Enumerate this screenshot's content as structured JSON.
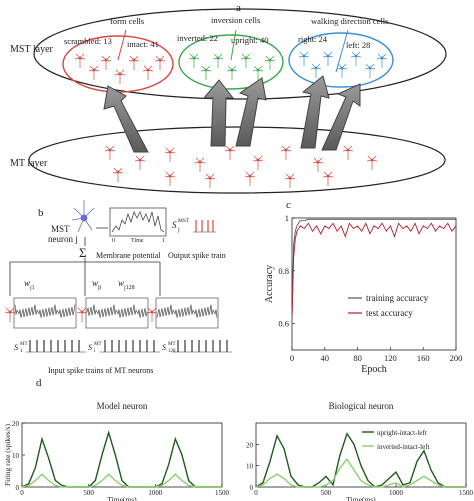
{
  "panel_a": {
    "letter": "a",
    "mst_layer_label": "MST layer",
    "mt_layer_label": "MT layer",
    "groups": [
      {
        "title": "form cells",
        "color": "#d9463e",
        "left_label": "scrambled: 13",
        "right_label": "intact: 41"
      },
      {
        "title": "inversion cells",
        "color": "#3aa84a",
        "left_label": "inverted: 22",
        "right_label": "upright: 40"
      },
      {
        "title": "walking direction cells",
        "color": "#3a8fd6",
        "left_label": "right: 24",
        "right_label": "left: 28"
      }
    ]
  },
  "panel_b": {
    "letter": "b",
    "mst_neuron_label": "MST",
    "mst_neuron_sub": "neuron j",
    "membrane_caption": "Membrane potential",
    "output_caption": "Output spike train",
    "sum_symbol": "Σ",
    "time_label": "Time",
    "time_zero": "0",
    "time_one": "1",
    "spike_out_label": "S",
    "spike_out_sub": "j",
    "spike_out_sup": "MST",
    "weights": [
      {
        "w": "w",
        "sub": "j1"
      },
      {
        "w": "w",
        "sub": "ji"
      },
      {
        "w": "w",
        "sub": "j128"
      }
    ],
    "mt_spike_labels": [
      {
        "s": "S",
        "sub": "1",
        "sup": "MT"
      },
      {
        "s": "S",
        "sub": "i",
        "sup": "MT"
      },
      {
        "s": "S",
        "sub": "128",
        "sup": "MT"
      }
    ],
    "bottom_caption": "Input spike trains of MT neurons"
  },
  "panel_c": {
    "letter": "c",
    "chart_data": {
      "type": "line",
      "xlabel": "Epoch",
      "ylabel": "Accuracy",
      "xlim": [
        0,
        200
      ],
      "ylim": [
        0.5,
        1.0
      ],
      "xticks": [
        "0",
        "40",
        "80",
        "120",
        "160",
        "200"
      ],
      "yticks": [
        "0.6",
        "0.8",
        "1"
      ],
      "legend_position": "lower-right",
      "series": [
        {
          "name": "training accuracy",
          "color": "#555555",
          "x": [
            0,
            2,
            4,
            6,
            8,
            10,
            15,
            20,
            30,
            40,
            60,
            80,
            100,
            120,
            140,
            160,
            180,
            200
          ],
          "values": [
            0.6,
            0.9,
            0.95,
            0.97,
            0.98,
            0.99,
            0.99,
            0.995,
            0.995,
            0.995,
            0.995,
            0.995,
            0.995,
            0.995,
            0.995,
            0.995,
            0.995,
            0.995
          ]
        },
        {
          "name": "test accuracy",
          "color": "#b01c2e",
          "x": [
            0,
            2,
            4,
            6,
            8,
            10,
            15,
            20,
            25,
            30,
            35,
            40,
            45,
            50,
            55,
            60,
            65,
            70,
            75,
            80,
            85,
            90,
            95,
            100,
            105,
            110,
            115,
            120,
            125,
            130,
            135,
            140,
            145,
            150,
            155,
            160,
            165,
            170,
            175,
            180,
            185,
            190,
            195,
            200
          ],
          "values": [
            0.63,
            0.85,
            0.92,
            0.95,
            0.96,
            0.97,
            0.96,
            0.98,
            0.95,
            0.97,
            0.94,
            0.97,
            0.96,
            0.98,
            0.95,
            0.97,
            0.93,
            0.98,
            0.96,
            0.97,
            0.95,
            0.98,
            0.94,
            0.97,
            0.96,
            0.98,
            0.95,
            0.97,
            0.93,
            0.98,
            0.96,
            0.97,
            0.95,
            0.98,
            0.94,
            0.97,
            0.96,
            0.98,
            0.95,
            0.97,
            0.96,
            0.98,
            0.95,
            0.97
          ]
        }
      ]
    }
  },
  "panel_d": {
    "letter": "d",
    "chart_data": [
      {
        "type": "line",
        "title": "Model neuron",
        "ylabel": "Firing rate (spikes/s)",
        "xlabel": "Time(ms)",
        "xlim": [
          0,
          1500
        ],
        "ylim": [
          0,
          20
        ],
        "xticks": [
          "0",
          "500",
          "1000",
          "1500"
        ],
        "yticks": [
          "0",
          "10",
          "20"
        ],
        "series": [
          {
            "color": "#1f5a1f",
            "x": [
              0,
              50,
              100,
              150,
              200,
              250,
              300,
              350,
              400,
              450,
              500,
              550,
              600,
              650,
              700,
              750,
              800,
              850,
              900,
              950,
              1000,
              1050,
              1100,
              1150,
              1200,
              1250,
              1300,
              1350,
              1400,
              1450,
              1500
            ],
            "values": [
              0,
              1,
              6,
              15,
              9,
              2,
              0.5,
              0,
              0,
              0,
              0,
              2,
              10,
              17,
              10,
              2,
              0,
              0,
              0,
              0,
              0,
              1,
              7,
              15,
              10,
              2,
              0,
              0,
              0,
              0,
              0
            ]
          },
          {
            "color": "#8fce6f",
            "x": [
              0,
              50,
              100,
              150,
              200,
              250,
              300,
              350,
              400,
              450,
              500,
              550,
              600,
              650,
              700,
              750,
              800,
              850,
              900,
              950,
              1000,
              1050,
              1100,
              1150,
              1200,
              1250,
              1300,
              1350,
              1400,
              1450,
              1500
            ],
            "values": [
              0,
              0.5,
              2,
              4,
              2,
              0.5,
              0,
              0,
              0,
              0,
              0,
              0.5,
              2,
              4,
              2,
              0.5,
              0,
              0,
              0,
              0,
              0,
              0.5,
              2,
              4,
              2,
              0.5,
              0,
              0,
              0,
              0,
              0
            ]
          }
        ]
      },
      {
        "type": "line",
        "title": "Biological neuron",
        "xlabel": "Time(ms)",
        "xlim": [
          0,
          1500
        ],
        "ylim": [
          0,
          30
        ],
        "xticks": [
          "0",
          "500",
          "1000",
          "1500"
        ],
        "yticks": [
          "0",
          "10",
          "20"
        ],
        "legend_position": "top-right",
        "series": [
          {
            "name": "upright-intact-left",
            "color": "#1f5a1f",
            "x": [
              0,
              50,
              100,
              150,
              200,
              250,
              300,
              350,
              400,
              450,
              500,
              550,
              600,
              650,
              700,
              750,
              800,
              850,
              900,
              950,
              1000,
              1050,
              1100,
              1150,
              1200,
              1250,
              1300,
              1350,
              1400,
              1450,
              1500
            ],
            "values": [
              0,
              2,
              12,
              24,
              18,
              5,
              1,
              0,
              0,
              2,
              5,
              1,
              15,
              25,
              20,
              10,
              3,
              0,
              1,
              4,
              7,
              1,
              2,
              12,
              17,
              8,
              2,
              0,
              0,
              0,
              0
            ]
          },
          {
            "name": "inverted-intact-left",
            "color": "#8fce6f",
            "x": [
              0,
              50,
              100,
              150,
              200,
              250,
              300,
              350,
              400,
              450,
              500,
              550,
              600,
              650,
              700,
              750,
              800,
              850,
              900,
              950,
              1000,
              1050,
              1100,
              1150,
              1200,
              1250,
              1300,
              1350,
              1400,
              1450,
              1500
            ],
            "values": [
              0,
              1,
              4,
              6,
              4,
              1,
              0,
              0,
              0,
              0,
              1,
              3,
              9,
              13,
              8,
              3,
              1,
              0,
              0,
              1,
              2,
              0,
              1,
              3,
              5,
              3,
              1,
              0,
              0,
              0,
              0
            ]
          }
        ]
      }
    ]
  }
}
